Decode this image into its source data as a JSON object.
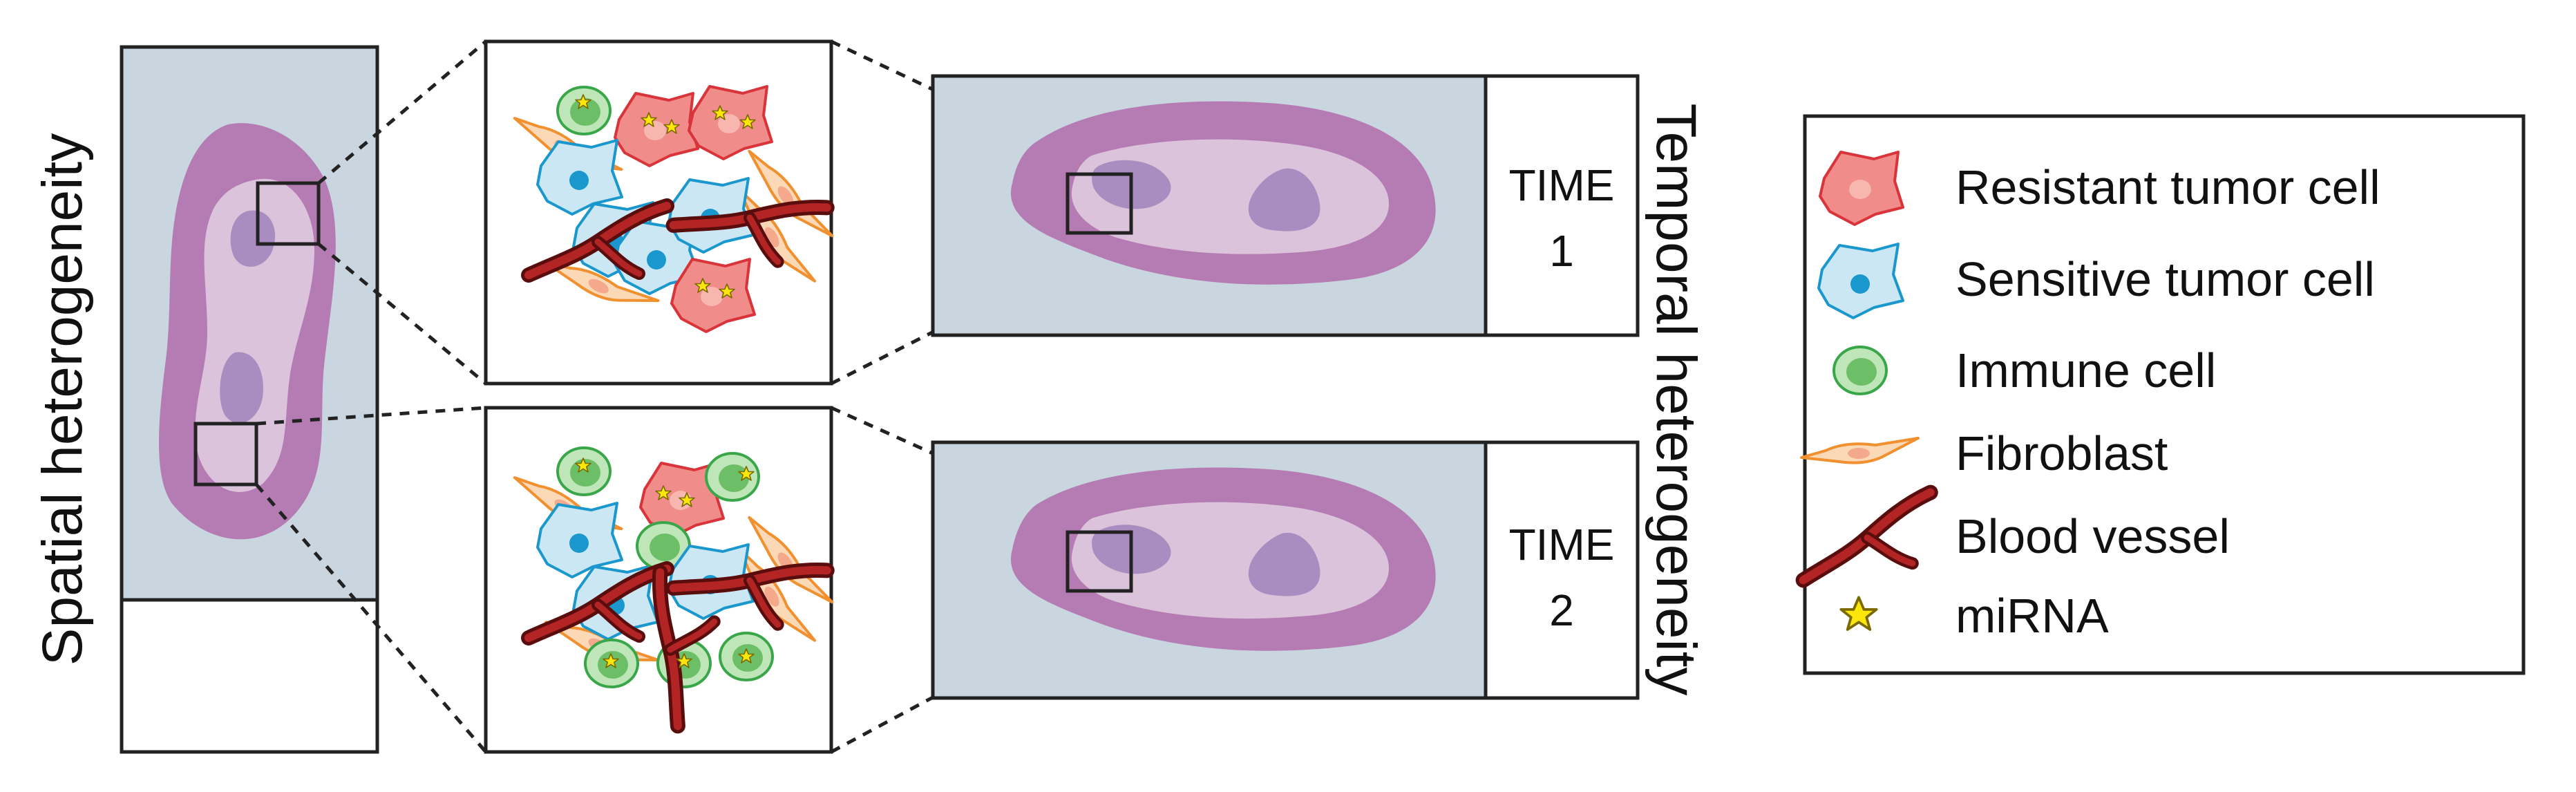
{
  "labels": {
    "spatial": "Spatial heterogeneity",
    "temporal": "Temporal heterogeneity",
    "time1_word": "TIME",
    "time1_num": "1",
    "time2_word": "TIME",
    "time2_num": "2"
  },
  "legend": {
    "items": [
      {
        "label": "Resistant tumor cell",
        "icon": "resistant-tumor-cell-icon"
      },
      {
        "label": "Sensitive tumor cell",
        "icon": "sensitive-tumor-cell-icon"
      },
      {
        "label": "Immune cell",
        "icon": "immune-cell-icon"
      },
      {
        "label": "Fibroblast",
        "icon": "fibroblast-icon"
      },
      {
        "label": "Blood vessel",
        "icon": "blood-vessel-icon"
      },
      {
        "label": "miRNA",
        "icon": "mirna-star-icon"
      }
    ]
  },
  "colors": {
    "tissue_background": "#c9d6df",
    "tumor_outer": "#b57bb3",
    "tumor_inner": "#dcc3dc",
    "tumor_core": "#a98cc0",
    "resistant_cell": "#f08c8a",
    "sensitive_cell": "#cbe7f4",
    "sensitive_nucleus": "#1a97cc",
    "immune_cell": "#8ccc84",
    "fibroblast": "#f5b27a",
    "blood_vessel": "#8b1a1a",
    "mirna_star": "#fde60a"
  }
}
